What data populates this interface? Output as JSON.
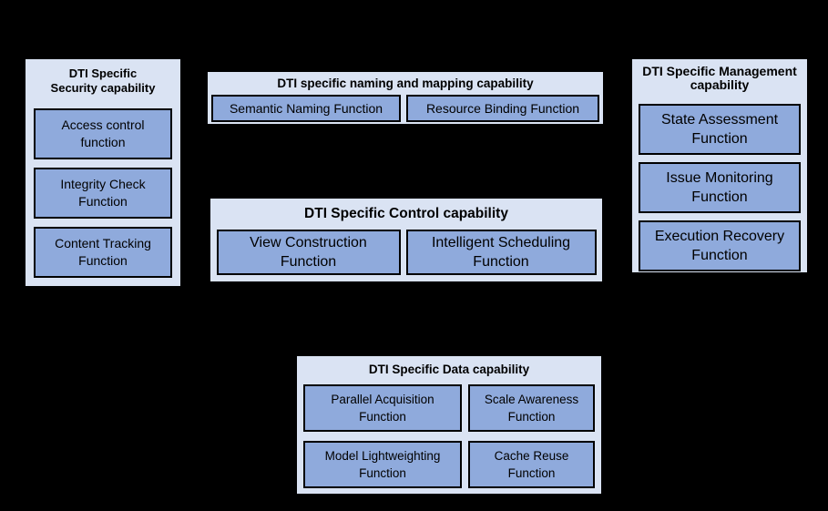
{
  "diagram": {
    "colors": {
      "background": "#000000",
      "group_fill": "#dae3f3",
      "item_fill": "#8faadc",
      "border": "#000000",
      "text": "#000000"
    },
    "groups": [
      {
        "name": "security",
        "title": "DTI Specific\nSecurity capability",
        "items": [
          {
            "label": "Access control\nfunction"
          },
          {
            "label": "Integrity Check\nFunction"
          },
          {
            "label": "Content Tracking\nFunction"
          }
        ]
      },
      {
        "name": "naming-mapping",
        "title": "DTI specific naming and mapping capability",
        "items": [
          {
            "label": "Semantic Naming Function"
          },
          {
            "label": "Resource Binding Function"
          }
        ]
      },
      {
        "name": "control",
        "title": "DTI Specific Control capability",
        "items": [
          {
            "label": "View Construction\nFunction"
          },
          {
            "label": "Intelligent Scheduling\nFunction"
          }
        ]
      },
      {
        "name": "management",
        "title": "DTI Specific Management\ncapability",
        "items": [
          {
            "label": "State Assessment\nFunction"
          },
          {
            "label": "Issue Monitoring\nFunction"
          },
          {
            "label": "Execution Recovery\nFunction"
          }
        ]
      },
      {
        "name": "data",
        "title": "DTI Specific Data capability",
        "items": [
          {
            "label": "Parallel Acquisition\nFunction"
          },
          {
            "label": "Scale Awareness\nFunction"
          },
          {
            "label": "Model Lightweighting\nFunction"
          },
          {
            "label": "Cache Reuse\nFunction"
          }
        ]
      }
    ]
  }
}
